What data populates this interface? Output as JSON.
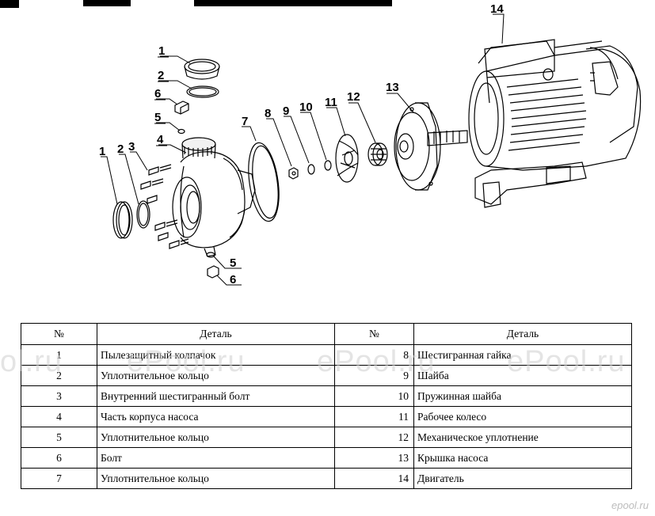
{
  "callouts": {
    "c1a": "1",
    "c2a": "2",
    "c6a": "6",
    "c5a": "5",
    "c4": "4",
    "c1b": "1",
    "c2b": "2",
    "c3": "3",
    "c7": "7",
    "c8": "8",
    "c9": "9",
    "c10": "10",
    "c11": "11",
    "c12": "12",
    "c13": "13",
    "c14": "14",
    "c5b": "5",
    "c6b": "6"
  },
  "table": {
    "headers": [
      "№",
      "Деталь",
      "№",
      "Деталь"
    ],
    "rows": [
      {
        "n1": "1",
        "p1": "Пылезащитный колпачок",
        "n2": "8",
        "p2": "Шестигранная гайка"
      },
      {
        "n1": "2",
        "p1": "Уплотнительное кольцо",
        "n2": "9",
        "p2": "Шайба"
      },
      {
        "n1": "3",
        "p1": "Внутренний шестигранный болт",
        "n2": "10",
        "p2": "Пружинная шайба"
      },
      {
        "n1": "4",
        "p1": "Часть корпуса насоса",
        "n2": "11",
        "p2": "Рабочее колесо"
      },
      {
        "n1": "5",
        "p1": "Уплотнительное кольцо",
        "n2": "12",
        "p2": "Механическое уплотнение"
      },
      {
        "n1": "6",
        "p1": "Болт",
        "n2": "13",
        "p2": "Крышка насоса"
      },
      {
        "n1": "7",
        "p1": "Уплотнительное кольцо",
        "n2": "14",
        "p2": "Двигатель"
      }
    ]
  },
  "watermarks": {
    "w1": "ol.ru",
    "w2": "ePool.ru",
    "w3": "ePool.ru",
    "w4": "ePool.ru",
    "small": "epool.ru"
  }
}
